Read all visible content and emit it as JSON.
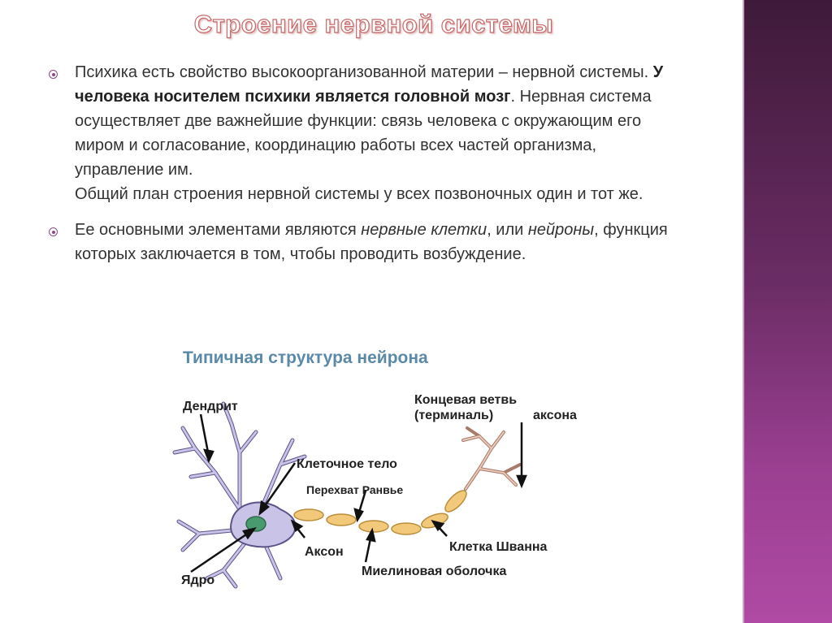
{
  "slide": {
    "title": "Строение нервной системы",
    "bullet1": {
      "part1": "Психика есть свойство высокоорганизованной материи – нервной системы. ",
      "bold": "У человека носителем психики является головной мозг",
      "part2": ". Нервная система осуществляет две важнейшие функции: связь человека с окружающим его миром и согласование, координацию работы всех частей организма, управление им.",
      "line2": "Общий план строения нервной системы у всех позвоночных один и тот же."
    },
    "bullet2": {
      "part1": "Ее основными элементами являются ",
      "italic1": "нервные клетки",
      "part2": ", или ",
      "italic2": "нейроны",
      "part3": ", функция которых заключается в том, чтобы проводить возбуждение."
    }
  },
  "diagram": {
    "title": "Типичная структура нейрона",
    "labels": {
      "dendrite": "Дендрит",
      "cell_body": "Клеточное тело",
      "ranvier": "Перехват Ранвье",
      "terminal_line1": "Концевая ветвь",
      "terminal_line2_a": "(терминаль)",
      "terminal_line2_b": "аксона",
      "schwann": "Клетка Шванна",
      "axon": "Аксон",
      "myelin": "Миелиновая оболочка",
      "nucleus": "Ядро"
    },
    "colors": {
      "cell_body": "#c9c3e8",
      "cell_outline": "#5a5488",
      "nucleus": "#4a9a70",
      "myelin": "#f2c97a",
      "myelin_outline": "#b98f3c",
      "terminal": "#e8c8b8",
      "title_text": "#5a8aa8"
    }
  }
}
